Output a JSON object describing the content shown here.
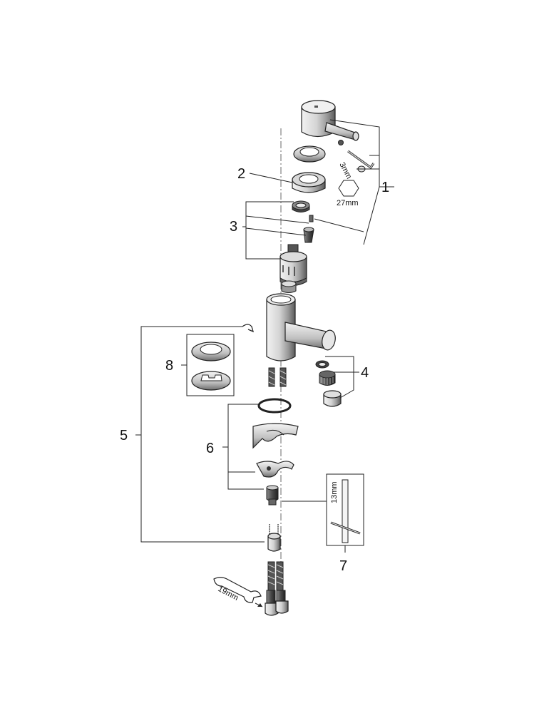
{
  "diagram": {
    "callouts": {
      "c1": "1",
      "c2": "2",
      "c3": "3",
      "c4": "4",
      "c5": "5",
      "c6": "6",
      "c7": "7",
      "c8": "8"
    },
    "dimensions": {
      "hex_key": "3mm",
      "nut": "27mm",
      "tool_13": "13mm",
      "spanner": "19mm"
    },
    "colors": {
      "chrome_light": "#e6e6e6",
      "chrome_mid": "#bdbdbd",
      "chrome_dark": "#6b6b6b",
      "line": "#222222"
    }
  }
}
